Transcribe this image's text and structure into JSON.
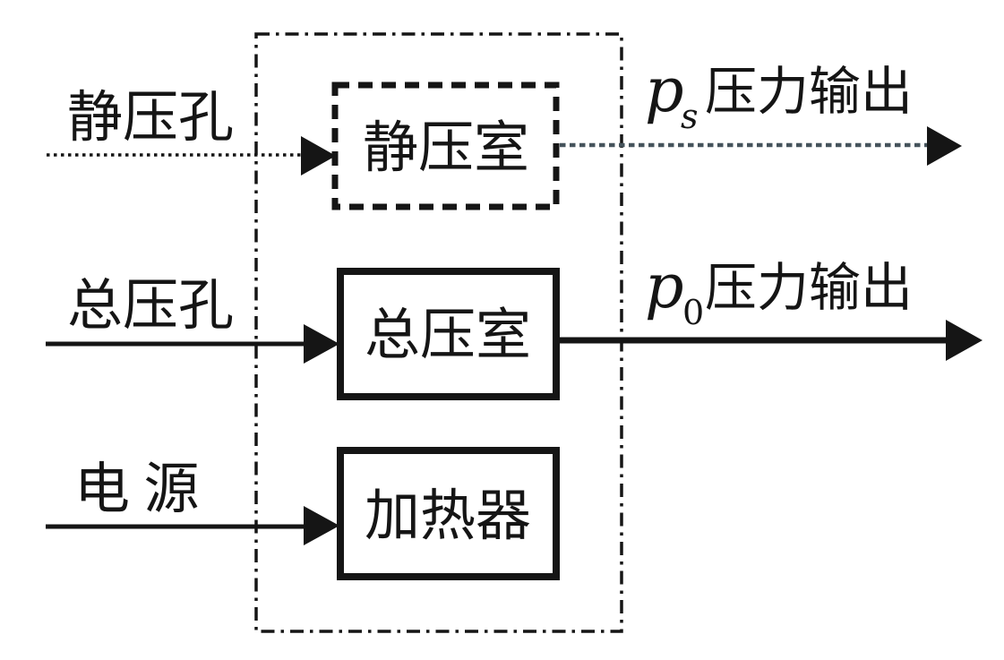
{
  "diagram": {
    "title": "heated-pitot-static-probe-block-diagram",
    "colors": {
      "ink": "#151515",
      "dotted_output": "#46545c",
      "background": "#ffffff"
    },
    "enclosure": {
      "style": "dash-dot-border"
    },
    "boxes": [
      {
        "id": "static-pressure-chamber",
        "label": "静压室",
        "border": "dashed"
      },
      {
        "id": "total-pressure-chamber",
        "label": "总压室",
        "border": "solid"
      },
      {
        "id": "heater",
        "label": "加热器",
        "border": "solid"
      }
    ],
    "inputs": [
      {
        "id": "static-pressure-port",
        "label": "静压孔",
        "line": "dotted"
      },
      {
        "id": "total-pressure-port",
        "label": "总压孔",
        "line": "solid"
      },
      {
        "id": "power-supply",
        "label": "电 源",
        "line": "solid"
      }
    ],
    "outputs": [
      {
        "id": "static-pressure-output",
        "symbol": "p",
        "subscript": "s",
        "label": "压力输出",
        "line": "dotted"
      },
      {
        "id": "total-pressure-output",
        "symbol": "p",
        "subscript": "0",
        "label": "压力输出",
        "line": "solid"
      }
    ]
  }
}
